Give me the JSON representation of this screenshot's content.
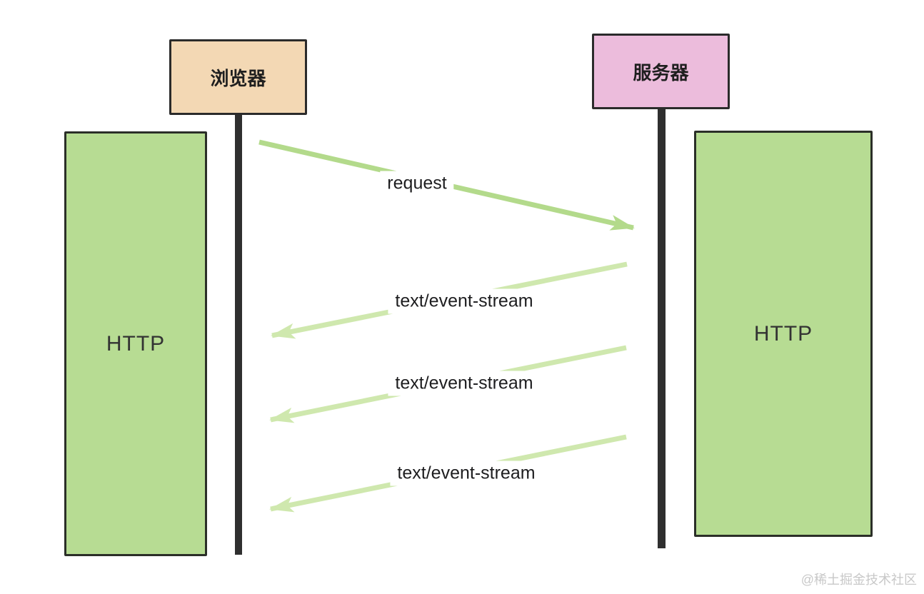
{
  "diagram": {
    "type": "sequence-diagram",
    "topic": "SSE (Server-Sent Events) over HTTP",
    "actors": [
      {
        "id": "browser",
        "label": "浏览器"
      },
      {
        "id": "server",
        "label": "服务器"
      }
    ],
    "channels": [
      {
        "side": "left",
        "label": "HTTP"
      },
      {
        "side": "right",
        "label": "HTTP"
      }
    ],
    "messages": [
      {
        "label": "request",
        "from": "browser",
        "to": "server",
        "direction": "right"
      },
      {
        "label": "text/event-stream",
        "from": "server",
        "to": "browser",
        "direction": "left"
      },
      {
        "label": "text/event-stream",
        "from": "server",
        "to": "browser",
        "direction": "left"
      },
      {
        "label": "text/event-stream",
        "from": "server",
        "to": "browser",
        "direction": "left"
      }
    ],
    "colors": {
      "browser_box": "#f3d8b4",
      "server_box": "#ecbcdc",
      "http_box": "#b7dc93",
      "request_arrow": "#b3da8b",
      "stream_arrow": "#cfe8ae",
      "lifeline": "#2f2f2f",
      "box_border": "#2b2b2b",
      "background": "#ffffff"
    },
    "watermark": "@稀土掘金技术社区"
  }
}
